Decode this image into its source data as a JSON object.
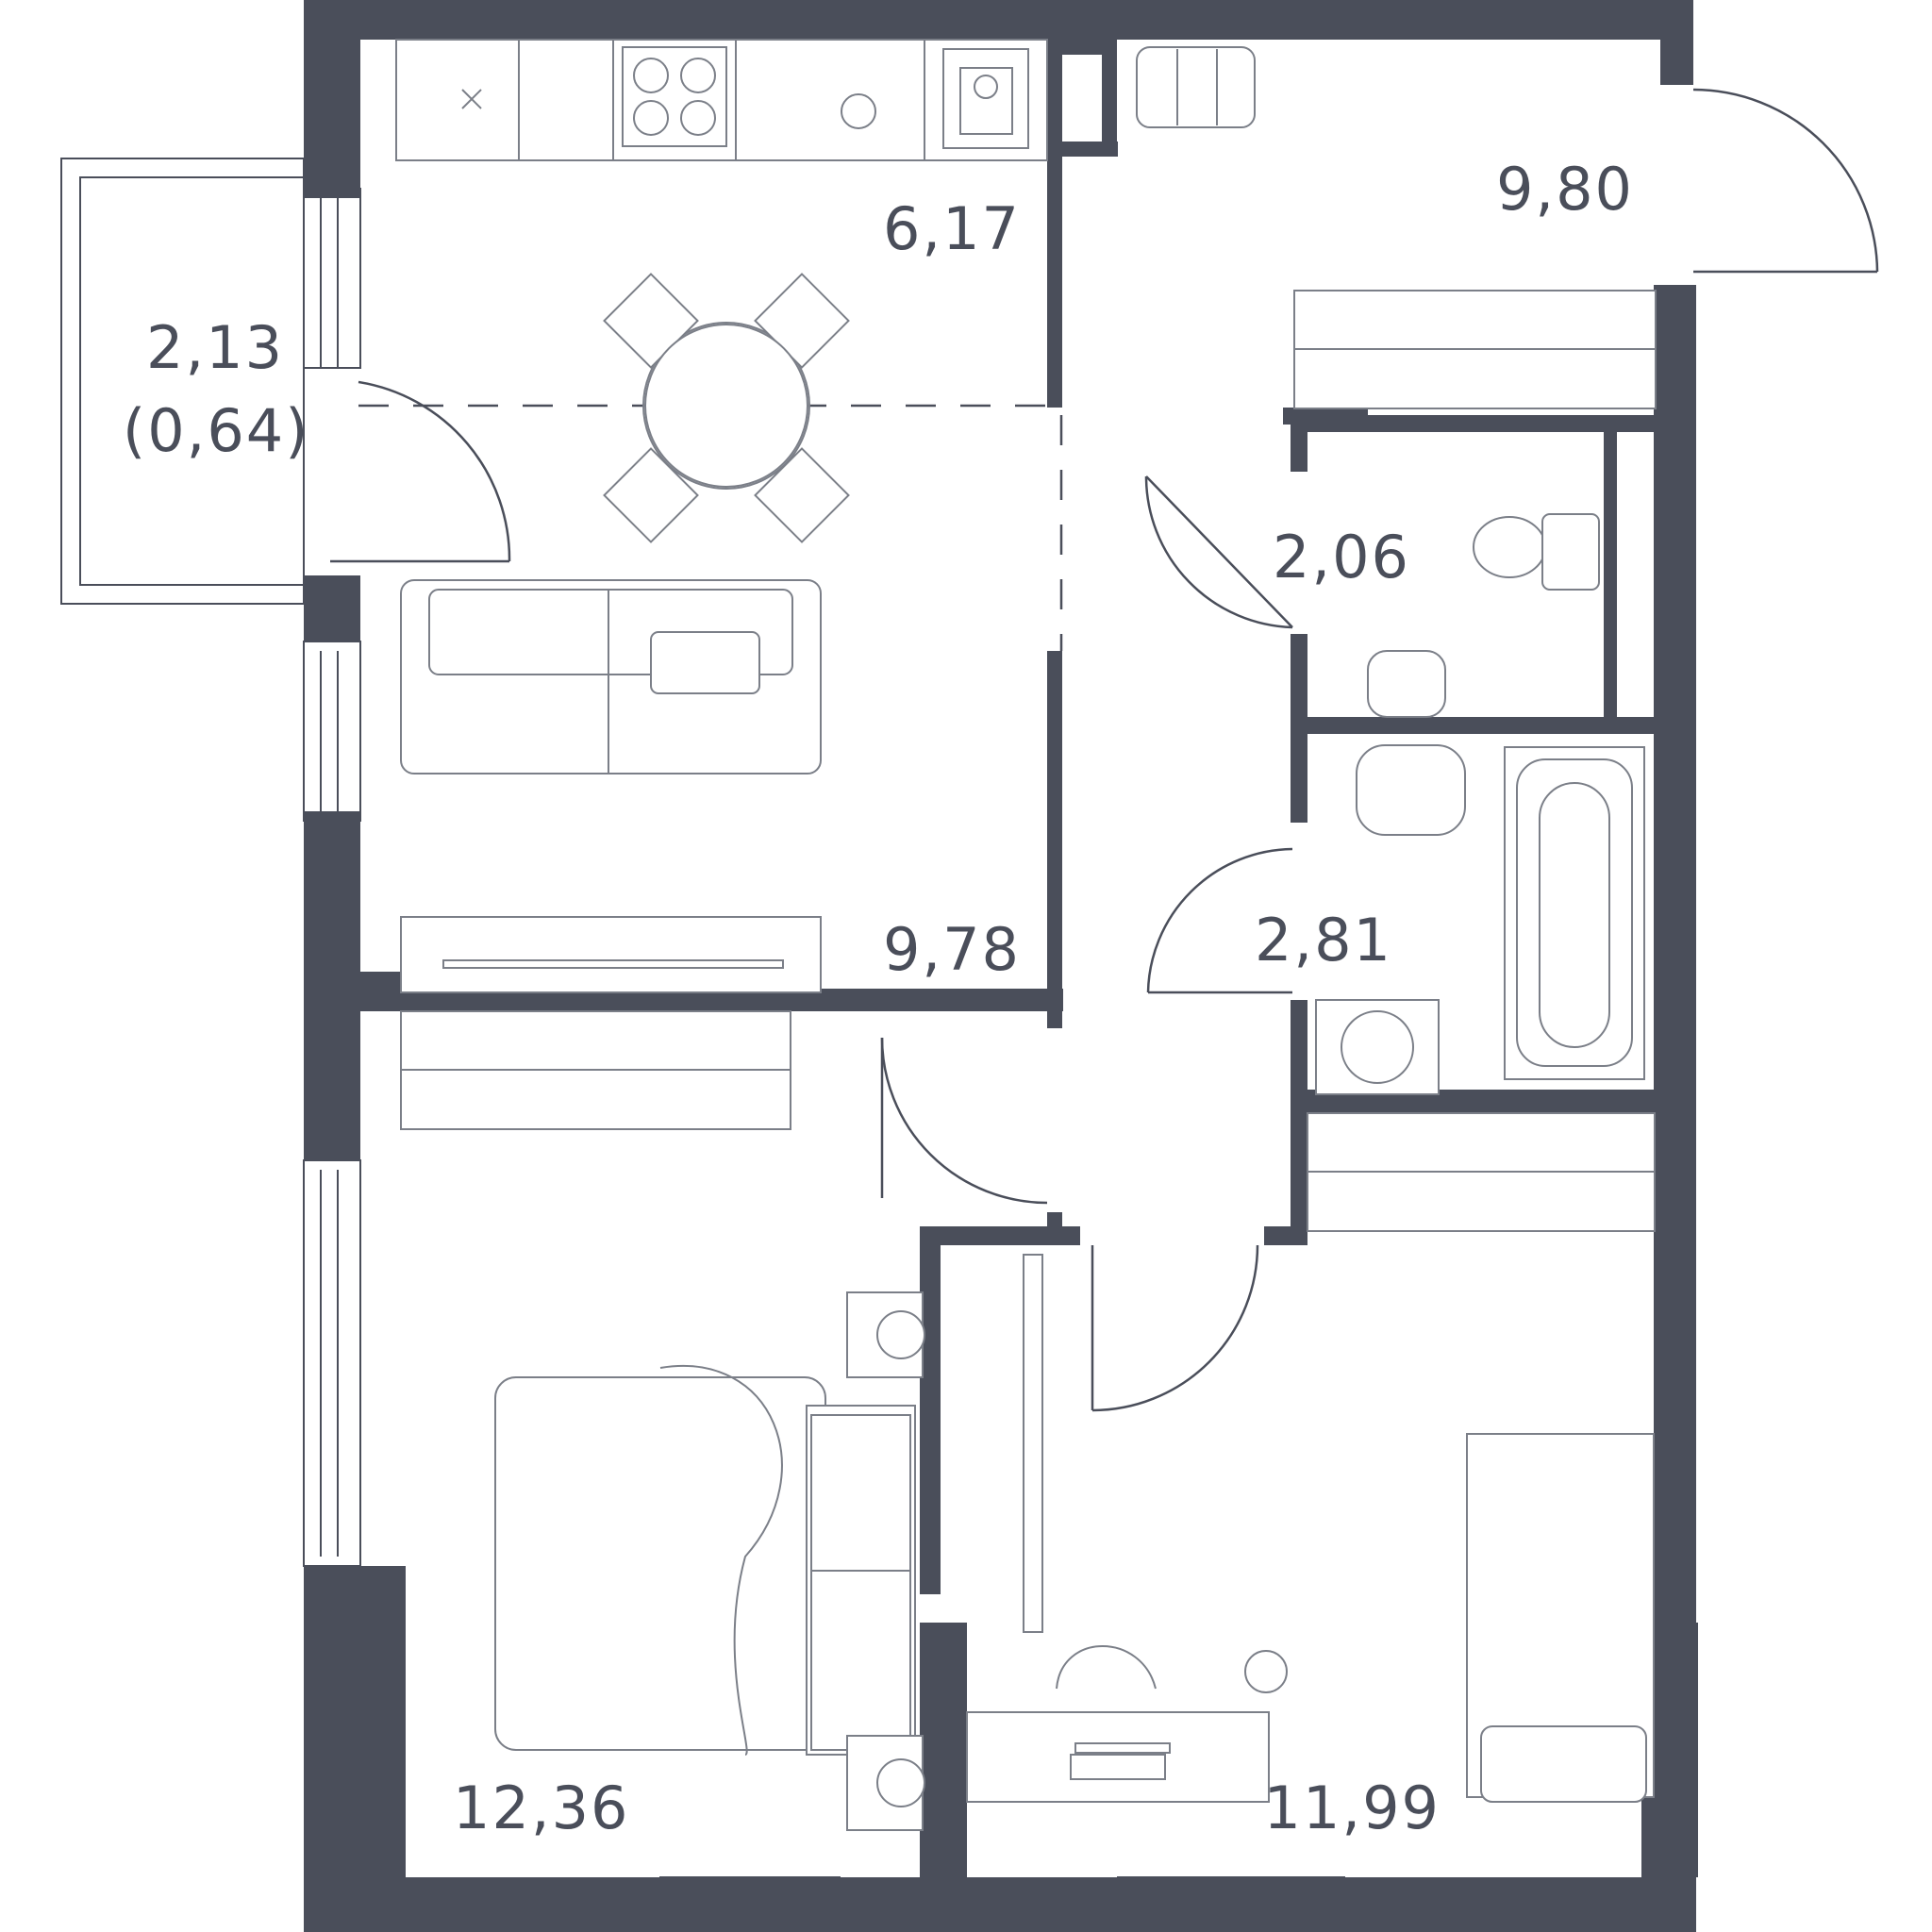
{
  "plan": {
    "rooms": [
      {
        "id": "loggia",
        "area": "2,13",
        "sub": "(0,64)"
      },
      {
        "id": "kitchen",
        "area": "6,17"
      },
      {
        "id": "living",
        "area": "9,78"
      },
      {
        "id": "hall",
        "area": "9,80"
      },
      {
        "id": "wc",
        "area": "2,06"
      },
      {
        "id": "bath",
        "area": "2,81"
      },
      {
        "id": "bedroom",
        "area": "12,36"
      },
      {
        "id": "kids-room",
        "area": "11,99"
      }
    ]
  }
}
